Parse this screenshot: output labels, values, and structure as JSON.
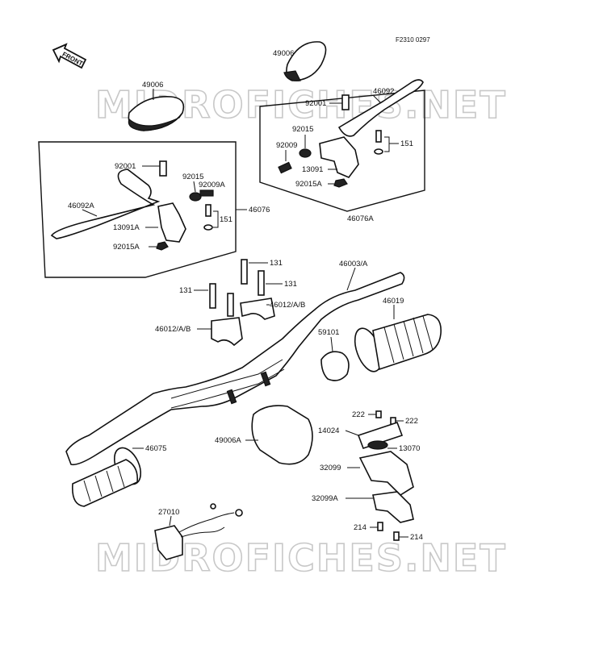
{
  "diagram_code": "F2310 0297",
  "front_label": "FRONT",
  "watermark": "MIDROFICHES.NET",
  "parts": {
    "p49006_left": "49006",
    "p49006_right": "49006",
    "p46092": "46092",
    "p92001_right": "92001",
    "p92015_right": "92015",
    "p92009_right": "92009",
    "p13091_right": "13091",
    "p92015A_right": "92015A",
    "p151_right": "151",
    "p46076A": "46076A",
    "p92001_left": "92001",
    "p92015_left": "92015",
    "p92009A_left": "92009A",
    "p46092A": "46092A",
    "p13091A_left": "13091A",
    "p151_left": "151",
    "p46076": "46076",
    "p92015A_left": "92015A",
    "p131_a": "131",
    "p131_b": "131",
    "p131_c": "131",
    "p46003A": "46003/A",
    "p46012_a": "46012/A/B",
    "p46012_b": "46012/A/B",
    "p46019": "46019",
    "p59101": "59101",
    "p222_a": "222",
    "p222_b": "222",
    "p14024": "14024",
    "p13070": "13070",
    "p49006A": "49006A",
    "p46075": "46075",
    "p32099": "32099",
    "p32099A": "32099A",
    "p27010": "27010",
    "p214_a": "214",
    "p214_b": "214"
  }
}
